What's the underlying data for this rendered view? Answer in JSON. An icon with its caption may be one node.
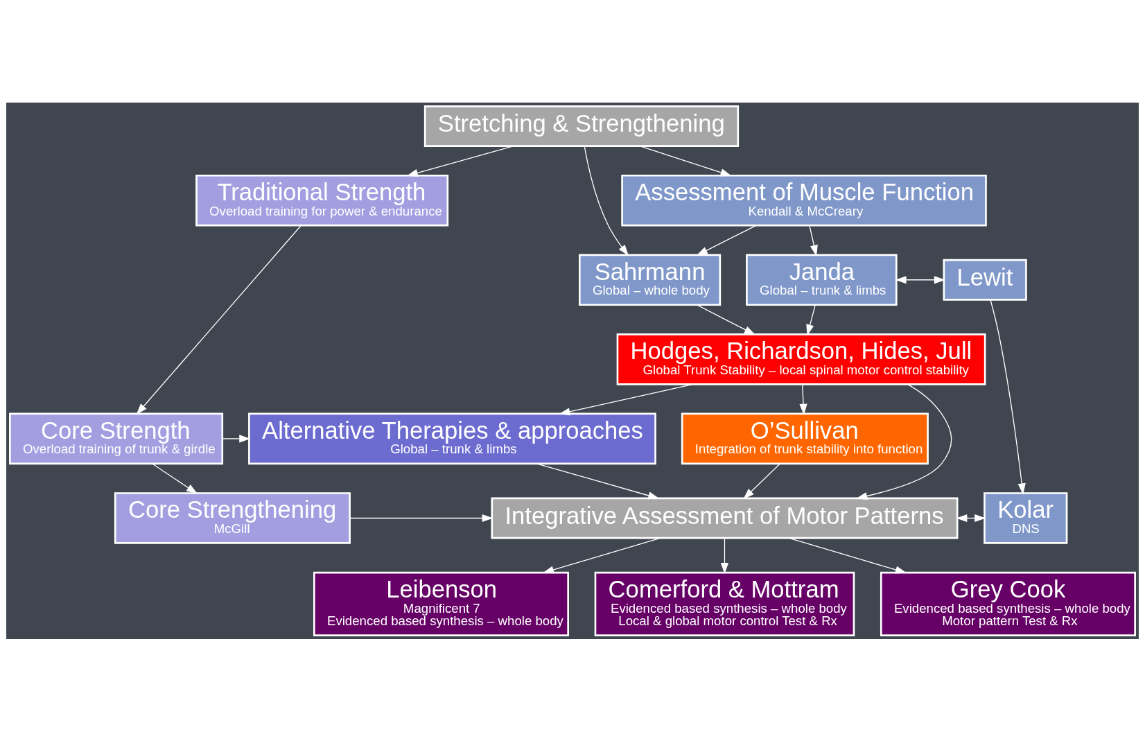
{
  "diagram": {
    "nodes": [
      {
        "text": [
          "Stretching & Strengthening"
        ]
      },
      {
        "text": [
          "Traditional Strength",
          "Overload training for power & endurance"
        ]
      },
      {
        "text": [
          "Assessment of Muscle Function",
          "Kendall & McCreary"
        ]
      },
      {
        "text": [
          "Sahrmann",
          "Global – whole body"
        ]
      },
      {
        "text": [
          "Janda",
          "Global – trunk & limbs"
        ]
      },
      {
        "text": [
          "Lewit"
        ]
      },
      {
        "text": [
          "Hodges, Richardson, Hides, Jull",
          "Global Trunk Stability – local spinal motor control stability"
        ]
      },
      {
        "text": [
          "Core Strength",
          "Overload training of trunk & girdle"
        ]
      },
      {
        "text": [
          "Alternative Therapies & approaches",
          "Global – trunk & limbs"
        ]
      },
      {
        "text": [
          "O’Sullivan",
          "Integration of trunk stability into function"
        ]
      },
      {
        "text": [
          "Core Strengthening",
          "McGill"
        ]
      },
      {
        "text": [
          "Integrative Assessment of Motor Patterns"
        ]
      },
      {
        "text": [
          "Kolar",
          "DNS"
        ]
      },
      {
        "text": [
          "Leibenson",
          "Magnificent 7",
          "Evidenced based synthesis – whole body"
        ]
      },
      {
        "text": [
          "Comerford & Mottram",
          "Evidenced based synthesis – whole body",
          "Local & global motor control Test & Rx"
        ]
      },
      {
        "text": [
          "Grey Cook",
          "Evidenced based synthesis – whole body",
          "Motor pattern Test & Rx"
        ]
      }
    ],
    "edges": [
      {
        "from": 0,
        "to": 1,
        "arrow": "to"
      },
      {
        "from": 0,
        "to": 3,
        "arrow": "to"
      },
      {
        "from": 0,
        "to": 2,
        "arrow": "to"
      },
      {
        "from": 1,
        "to": 7,
        "arrow": "to"
      },
      {
        "from": 2,
        "to": 3,
        "arrow": "to"
      },
      {
        "from": 2,
        "to": 4,
        "arrow": "to"
      },
      {
        "from": 4,
        "to": 5,
        "arrow": "both"
      },
      {
        "from": 3,
        "to": 6,
        "arrow": "to"
      },
      {
        "from": 4,
        "to": 6,
        "arrow": "to"
      },
      {
        "from": 6,
        "to": 8,
        "arrow": "to"
      },
      {
        "from": 6,
        "to": 9,
        "arrow": "to"
      },
      {
        "from": 6,
        "to": 11,
        "arrow": "to"
      },
      {
        "from": 5,
        "to": 12,
        "arrow": "to"
      },
      {
        "from": 7,
        "to": 8,
        "arrow": "to"
      },
      {
        "from": 7,
        "to": 10,
        "arrow": "to"
      },
      {
        "from": 8,
        "to": 11,
        "arrow": "to"
      },
      {
        "from": 9,
        "to": 11,
        "arrow": "to"
      },
      {
        "from": 10,
        "to": 11,
        "arrow": "to"
      },
      {
        "from": 11,
        "to": 12,
        "arrow": "both"
      },
      {
        "from": 11,
        "to": 13,
        "arrow": "to"
      },
      {
        "from": 11,
        "to": 14,
        "arrow": "to"
      },
      {
        "from": 11,
        "to": 15,
        "arrow": "to"
      }
    ]
  }
}
